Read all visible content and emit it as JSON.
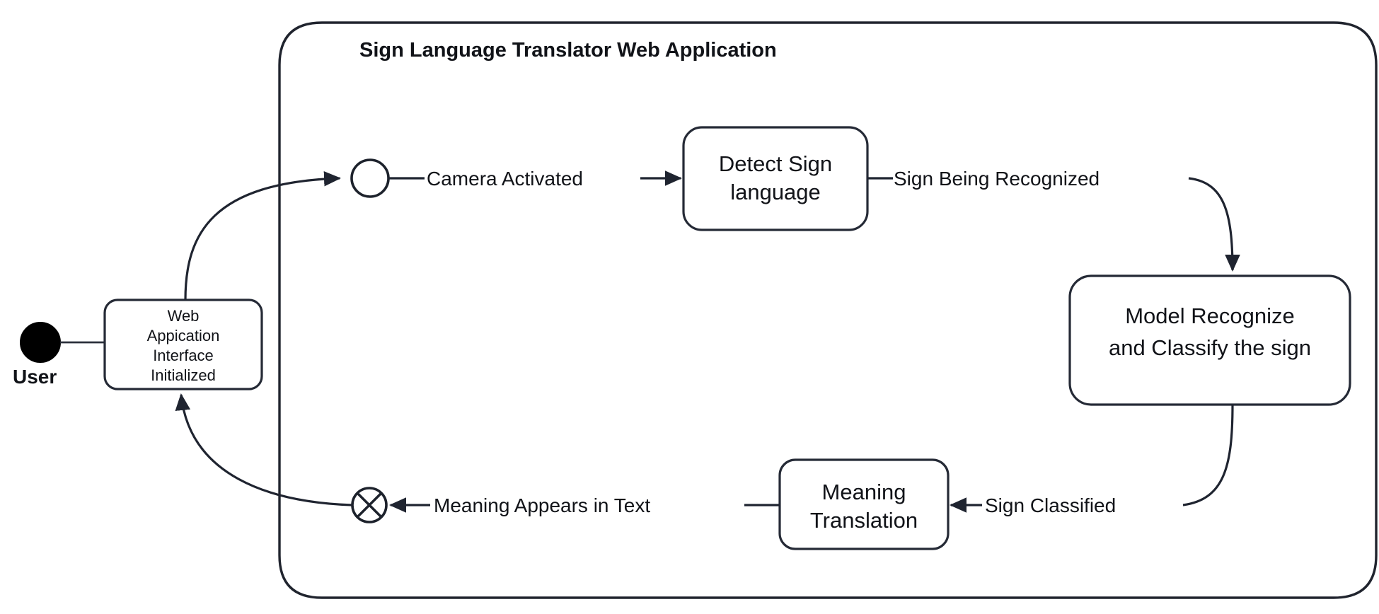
{
  "diagram": {
    "type": "uml-state-diagram",
    "title": "Sign Language Translator Web Application",
    "background_color": "#ffffff",
    "line_color": "#1f2430",
    "text_color": "#111318"
  },
  "actor": {
    "name": "User",
    "icon": "filled-circle-node"
  },
  "states": {
    "web_app_interface": {
      "lines": [
        "Web",
        "Appication",
        "Interface",
        "Initialized"
      ]
    },
    "detect_sign": {
      "lines": [
        "Detect Sign",
        "language"
      ]
    },
    "model_recognize": {
      "lines": [
        "Model Recognize",
        "and Classify the sign"
      ]
    },
    "meaning_translation": {
      "lines": [
        "Meaning",
        "Translation"
      ]
    }
  },
  "nodes": {
    "initial_state": {
      "icon": "hollow-circle-initial-node",
      "label": ""
    },
    "terminate_state": {
      "icon": "circle-x-terminate-node",
      "label": ""
    }
  },
  "transitions": [
    {
      "id": "camera-activated",
      "label": "Camera Activated",
      "from": "initial_state",
      "to": "detect_sign"
    },
    {
      "id": "sign-being-recognized",
      "label": "Sign Being Recognized",
      "from": "detect_sign",
      "to": "model_recognize"
    },
    {
      "id": "sign-classified",
      "label": "Sign Classified",
      "from": "model_recognize",
      "to": "meaning_translation"
    },
    {
      "id": "meaning-appears-in-text",
      "label": "Meaning Appears in Text",
      "from": "meaning_translation",
      "to": "terminate_state"
    }
  ]
}
